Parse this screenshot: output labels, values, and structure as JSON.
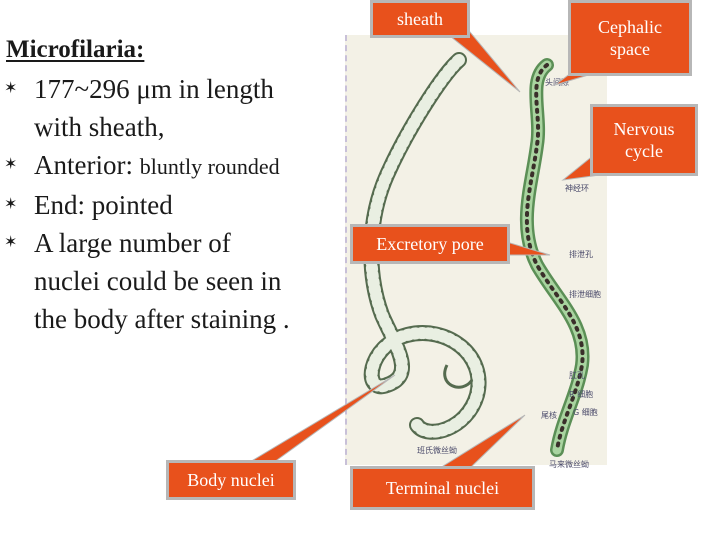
{
  "slide": {
    "heading": "Microfilaria:",
    "bullets": [
      {
        "main": "177~296 μm  in length",
        "cont": "with sheath,"
      },
      {
        "main": "Anterior: ",
        "small": "bluntly  rounded"
      },
      {
        "main": "End: pointed"
      },
      {
        "main": "A large number of",
        "cont": "nuclei could be seen in",
        "cont2": "the body after staining ."
      }
    ]
  },
  "callouts": {
    "sheath": "sheath",
    "cephalic_1": "Cephalic",
    "cephalic_2": "space",
    "nervous_1": "Nervous",
    "nervous_2": "cycle",
    "excretory": "Excretory pore",
    "body_nuclei": "Body nuclei",
    "terminal_nuclei": "Terminal nuclei"
  },
  "figure_labels": {
    "l1": "头间隙",
    "l2": "神经环",
    "l3": "排泄孔",
    "l4": "排泄细胞",
    "l5": "肛孔",
    "l6": "R 细胞",
    "l7": "G 细胞",
    "l8": "尾核",
    "l9": "班氏微丝蚴",
    "l10": "马来微丝蚴"
  },
  "colors": {
    "callout_fill": "#e8511c",
    "callout_border": "#b7b7b7",
    "worm_body": "#a9d4a0",
    "nuclei": "#3a2f2a"
  }
}
